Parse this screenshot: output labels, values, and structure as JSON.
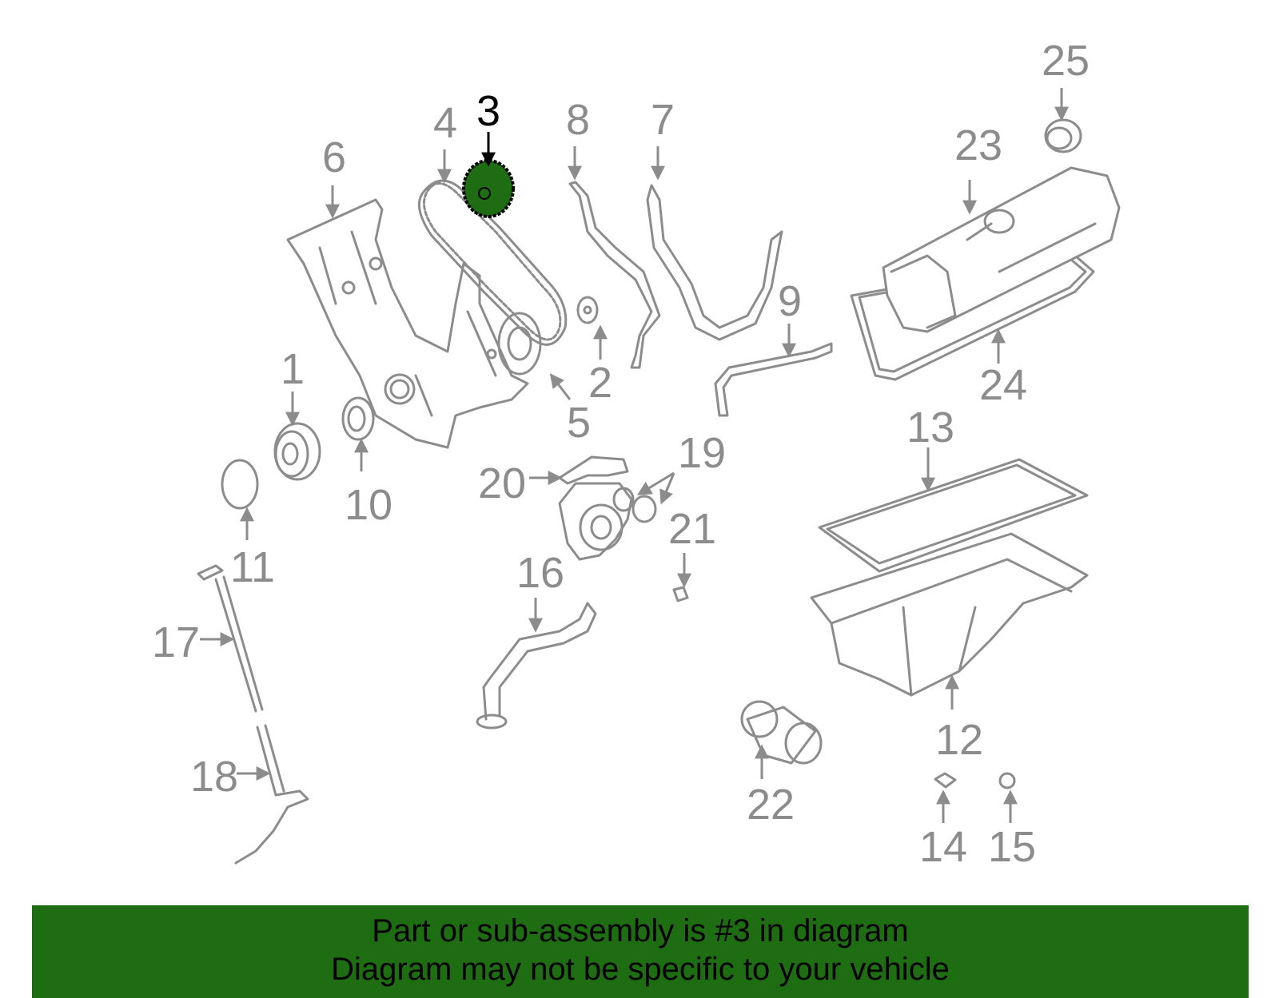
{
  "colors": {
    "part_stroke": "#8c8c8c",
    "highlight_fill": "#1f6d13",
    "banner_bg": "#1f6d13",
    "highlight_label": "#000000"
  },
  "highlighted_part": "3",
  "callouts": {
    "c1": "1",
    "c2": "2",
    "c3": "3",
    "c4": "4",
    "c5": "5",
    "c6": "6",
    "c7": "7",
    "c8": "8",
    "c9": "9",
    "c10": "10",
    "c11": "11",
    "c12": "12",
    "c13": "13",
    "c14": "14",
    "c15": "15",
    "c16": "16",
    "c17": "17",
    "c18": "18",
    "c19": "19",
    "c20": "20",
    "c21": "21",
    "c22": "22",
    "c23": "23",
    "c24": "24",
    "c25": "25"
  },
  "banner": {
    "line1": "Part or sub-assembly is #3 in diagram",
    "line2": "Diagram may not be specific to your vehicle"
  }
}
